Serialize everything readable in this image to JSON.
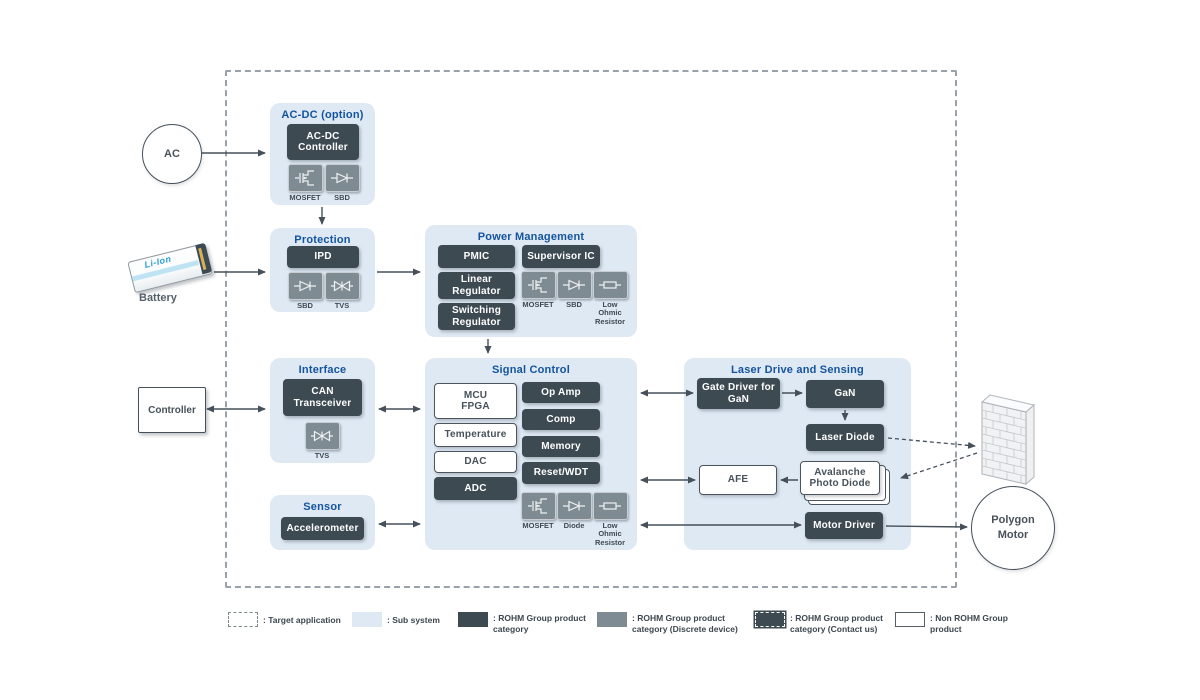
{
  "external": {
    "ac_label": "AC",
    "battery_label": "Battery",
    "battery_text": "Li-Ion",
    "controller_label": "Controller",
    "polygon_motor_label": "Polygon\nMotor"
  },
  "subsystems": {
    "acdc": {
      "title": "AC-DC (option)",
      "controller": "AC-DC Controller",
      "mosfet": "MOSFET",
      "sbd": "SBD"
    },
    "protection": {
      "title": "Protection",
      "ipd": "IPD",
      "sbd": "SBD",
      "tvs": "TVS"
    },
    "power": {
      "title": "Power Management",
      "pmic": "PMIC",
      "supervisor": "Supervisor IC",
      "linear": "Linear Regulator",
      "switching": "Switching Regulator",
      "mosfet": "MOSFET",
      "sbd": "SBD",
      "low_ohmic": "Low Ohmic Resistor"
    },
    "interface": {
      "title": "Interface",
      "can": "CAN Transceiver",
      "tvs": "TVS"
    },
    "sensor": {
      "title": "Sensor",
      "accelerometer": "Accelerometer"
    },
    "signal": {
      "title": "Signal Control",
      "mcu": "MCU\nFPGA",
      "temperature": "Temperature",
      "dac": "DAC",
      "adc": "ADC",
      "op_amp": "Op Amp",
      "comp": "Comp",
      "memory": "Memory",
      "reset": "Reset/WDT",
      "mosfet": "MOSFET",
      "diode": "Diode",
      "low_ohmic": "Low Ohmic Resistor"
    },
    "laser": {
      "title": "Laser Drive and Sensing",
      "gate_driver": "Gate Driver for GaN",
      "gan": "GaN",
      "laser_diode": "Laser Diode",
      "afe": "AFE",
      "apd": "Avalanche Photo Diode",
      "motor_driver": "Motor Driver"
    }
  },
  "legend": {
    "target": ": Target application",
    "sub_system": ": Sub system",
    "rohm": ": ROHM Group product category",
    "discrete": ": ROHM Group product category (Discrete device)",
    "contact": ": ROHM Group product category (Contact us)",
    "non_rohm": ": Non ROHM Group product"
  },
  "colors": {
    "rohm_dark": "#3d4a52",
    "discrete_gray": "#7f8b92",
    "subsystem_fill": "#dfe9f4",
    "title_blue": "#14549e"
  }
}
